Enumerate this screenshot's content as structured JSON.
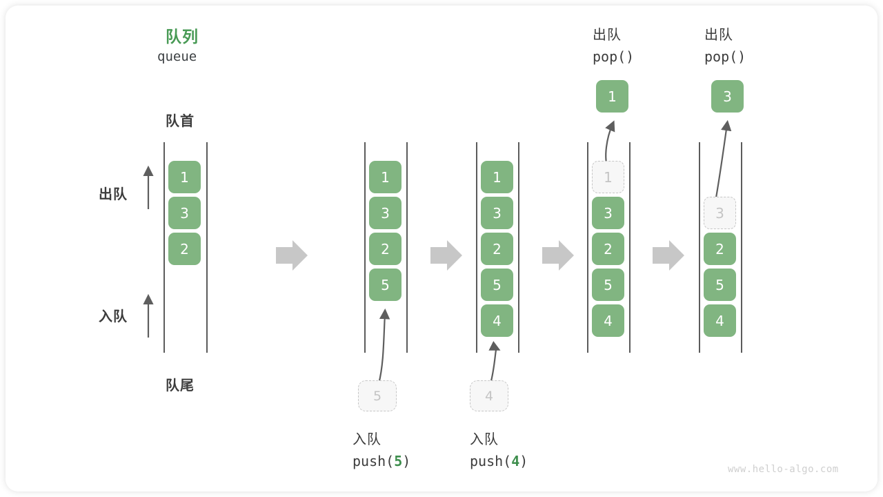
{
  "watermark": "www.hello-algo.com",
  "title": {
    "cn": "队列",
    "en": "queue"
  },
  "labels": {
    "front": "队首",
    "rear": "队尾",
    "dequeue": "出队",
    "enqueue": "入队"
  },
  "accent_green": "#81b581",
  "title_green": "#489a55",
  "ghost_gray": "#c4c4c4",
  "arrow_gray": "#c6c6c6",
  "text_dark": "#3c3c3c",
  "stages": [
    {
      "id": "initial",
      "cells": [
        "1",
        "3",
        "2"
      ],
      "ghost_index": -1,
      "caption_cn": "",
      "caption_code": "",
      "incoming_chip": "",
      "popped_value": ""
    },
    {
      "id": "push-5",
      "cells": [
        "1",
        "3",
        "2",
        "5"
      ],
      "ghost_index": -1,
      "caption_cn": "入队",
      "caption_code_prefix": "push(",
      "caption_code_num": "5",
      "caption_code_suffix": ")",
      "incoming_chip": "5",
      "popped_value": ""
    },
    {
      "id": "push-4",
      "cells": [
        "1",
        "3",
        "2",
        "5",
        "4"
      ],
      "ghost_index": -1,
      "caption_cn": "入队",
      "caption_code_prefix": "push(",
      "caption_code_num": "4",
      "caption_code_suffix": ")",
      "incoming_chip": "4",
      "popped_value": ""
    },
    {
      "id": "pop-1",
      "cells": [
        "1",
        "3",
        "2",
        "5",
        "4"
      ],
      "ghost_index": 0,
      "header_cn": "出队",
      "header_code": "pop()",
      "popped_value": "1"
    },
    {
      "id": "pop-3",
      "cells": [
        "3",
        "2",
        "5",
        "4"
      ],
      "ghost_index": 0,
      "header_cn": "出队",
      "header_code": "pop()",
      "popped_value": "3"
    }
  ]
}
